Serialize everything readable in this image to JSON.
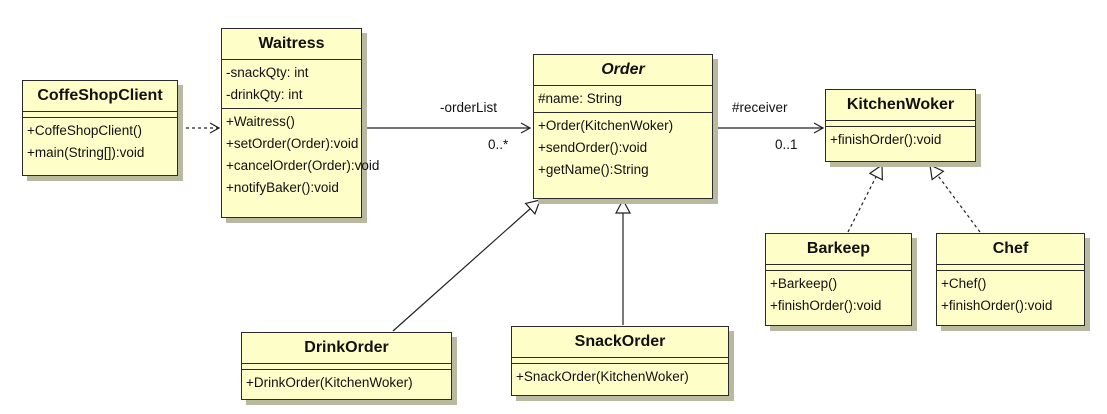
{
  "classes": {
    "coffeeshopclient": {
      "name": "CoffeShopClient",
      "operations": [
        "+CoffeShopClient()",
        "+main(String[]):void"
      ]
    },
    "waitress": {
      "name": "Waitress",
      "attributes": [
        "-snackQty: int",
        "-drinkQty: int"
      ],
      "operations": [
        "+Waitress()",
        "+setOrder(Order):void",
        "+cancelOrder(Order):void",
        "+notifyBaker():void"
      ]
    },
    "order": {
      "name": "Order",
      "attributes": [
        "#name: String"
      ],
      "operations": [
        "+Order(KitchenWoker)",
        "+sendOrder():void",
        "+getName():String"
      ]
    },
    "kitchenwoker": {
      "name": "KitchenWoker",
      "operations": [
        "+finishOrder():void"
      ]
    },
    "barkeep": {
      "name": "Barkeep",
      "operations": [
        "+Barkeep()",
        "+finishOrder():void"
      ]
    },
    "chef": {
      "name": "Chef",
      "operations": [
        "+Chef()",
        "+finishOrder():void"
      ]
    },
    "drinkorder": {
      "name": "DrinkOrder",
      "operations": [
        "+DrinkOrder(KitchenWoker)"
      ]
    },
    "snackorder": {
      "name": "SnackOrder",
      "operations": [
        "+SnackOrder(KitchenWoker)"
      ]
    }
  },
  "associations": {
    "orderlist_role": "-orderList",
    "orderlist_multiplicity": "0..*",
    "receiver_role": "#receiver",
    "receiver_multiplicity": "0..1"
  }
}
